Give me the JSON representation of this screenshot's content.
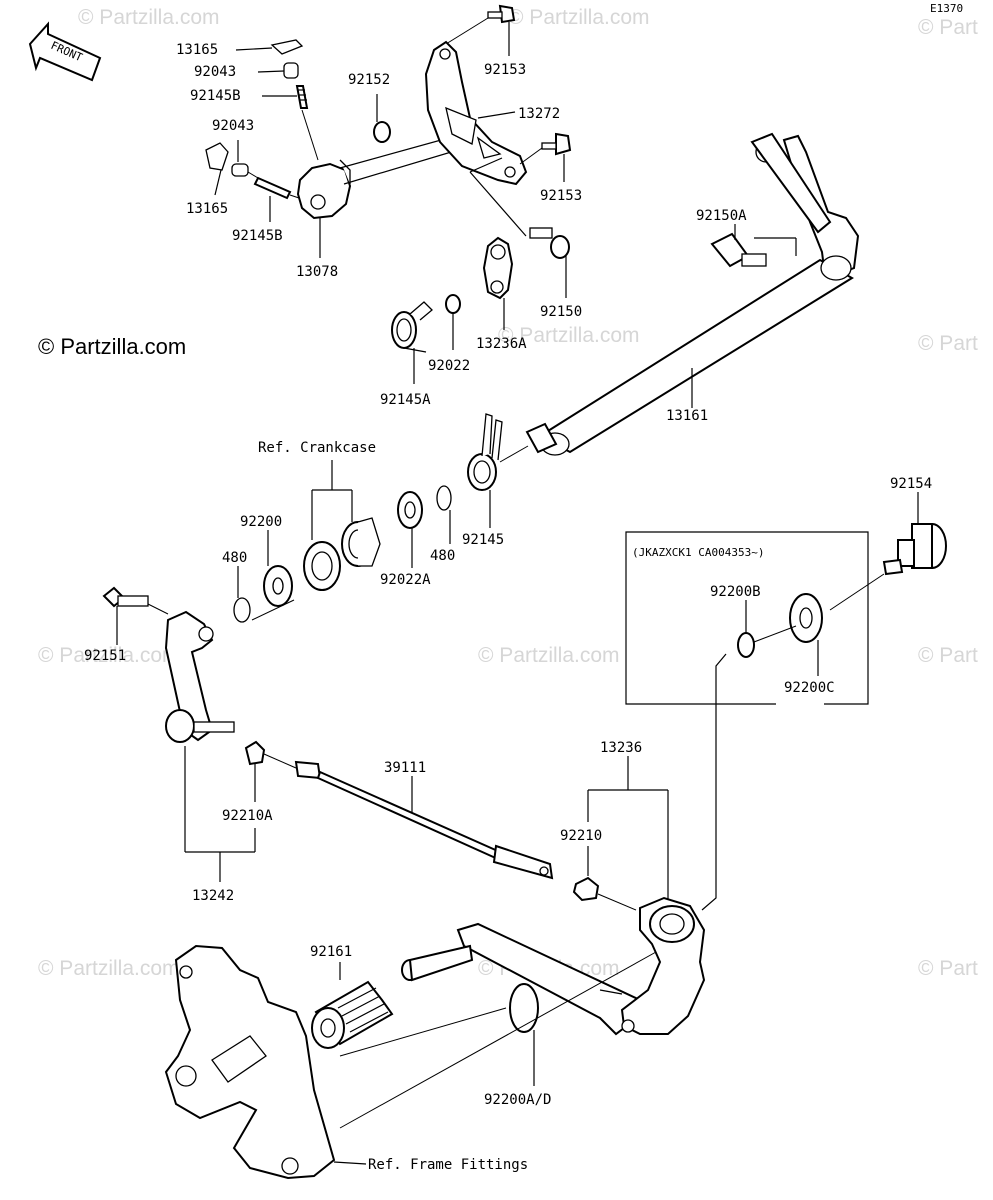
{
  "figure_code": "E1370",
  "front_label": "FRONT",
  "copyright_watermark": "© Partzilla.com",
  "watermark": "© Partzilla.com",
  "watermark_partial": "© Part",
  "references": {
    "crankcase": "Ref. Crankcase",
    "frame": "Ref. Frame Fittings",
    "serial_range": "(JKAZXCK1 CA004353~)"
  },
  "parts": {
    "p13165_top": "13165",
    "p92043_top": "92043",
    "p92145B_top": "92145B",
    "p92043_mid": "92043",
    "p13165_mid": "13165",
    "p92145B_mid": "92145B",
    "p13078": "13078",
    "p92152": "92152",
    "p92153_top": "92153",
    "p13272": "13272",
    "p92153_mid": "92153",
    "p92150A": "92150A",
    "p92150": "92150",
    "p13236A": "13236A",
    "p92022": "92022",
    "p92145A": "92145A",
    "p13161": "13161",
    "p92200": "92200",
    "p480_left": "480",
    "p92022A": "92022A",
    "p480_right": "480",
    "p92145": "92145",
    "p92154": "92154",
    "p92200B": "92200B",
    "p92200C": "92200C",
    "p92151": "92151",
    "p39111": "39111",
    "p13236": "13236",
    "p92210A": "92210A",
    "p92210": "92210",
    "p13242": "13242",
    "p92161": "92161",
    "p92200AD": "92200A/D"
  }
}
